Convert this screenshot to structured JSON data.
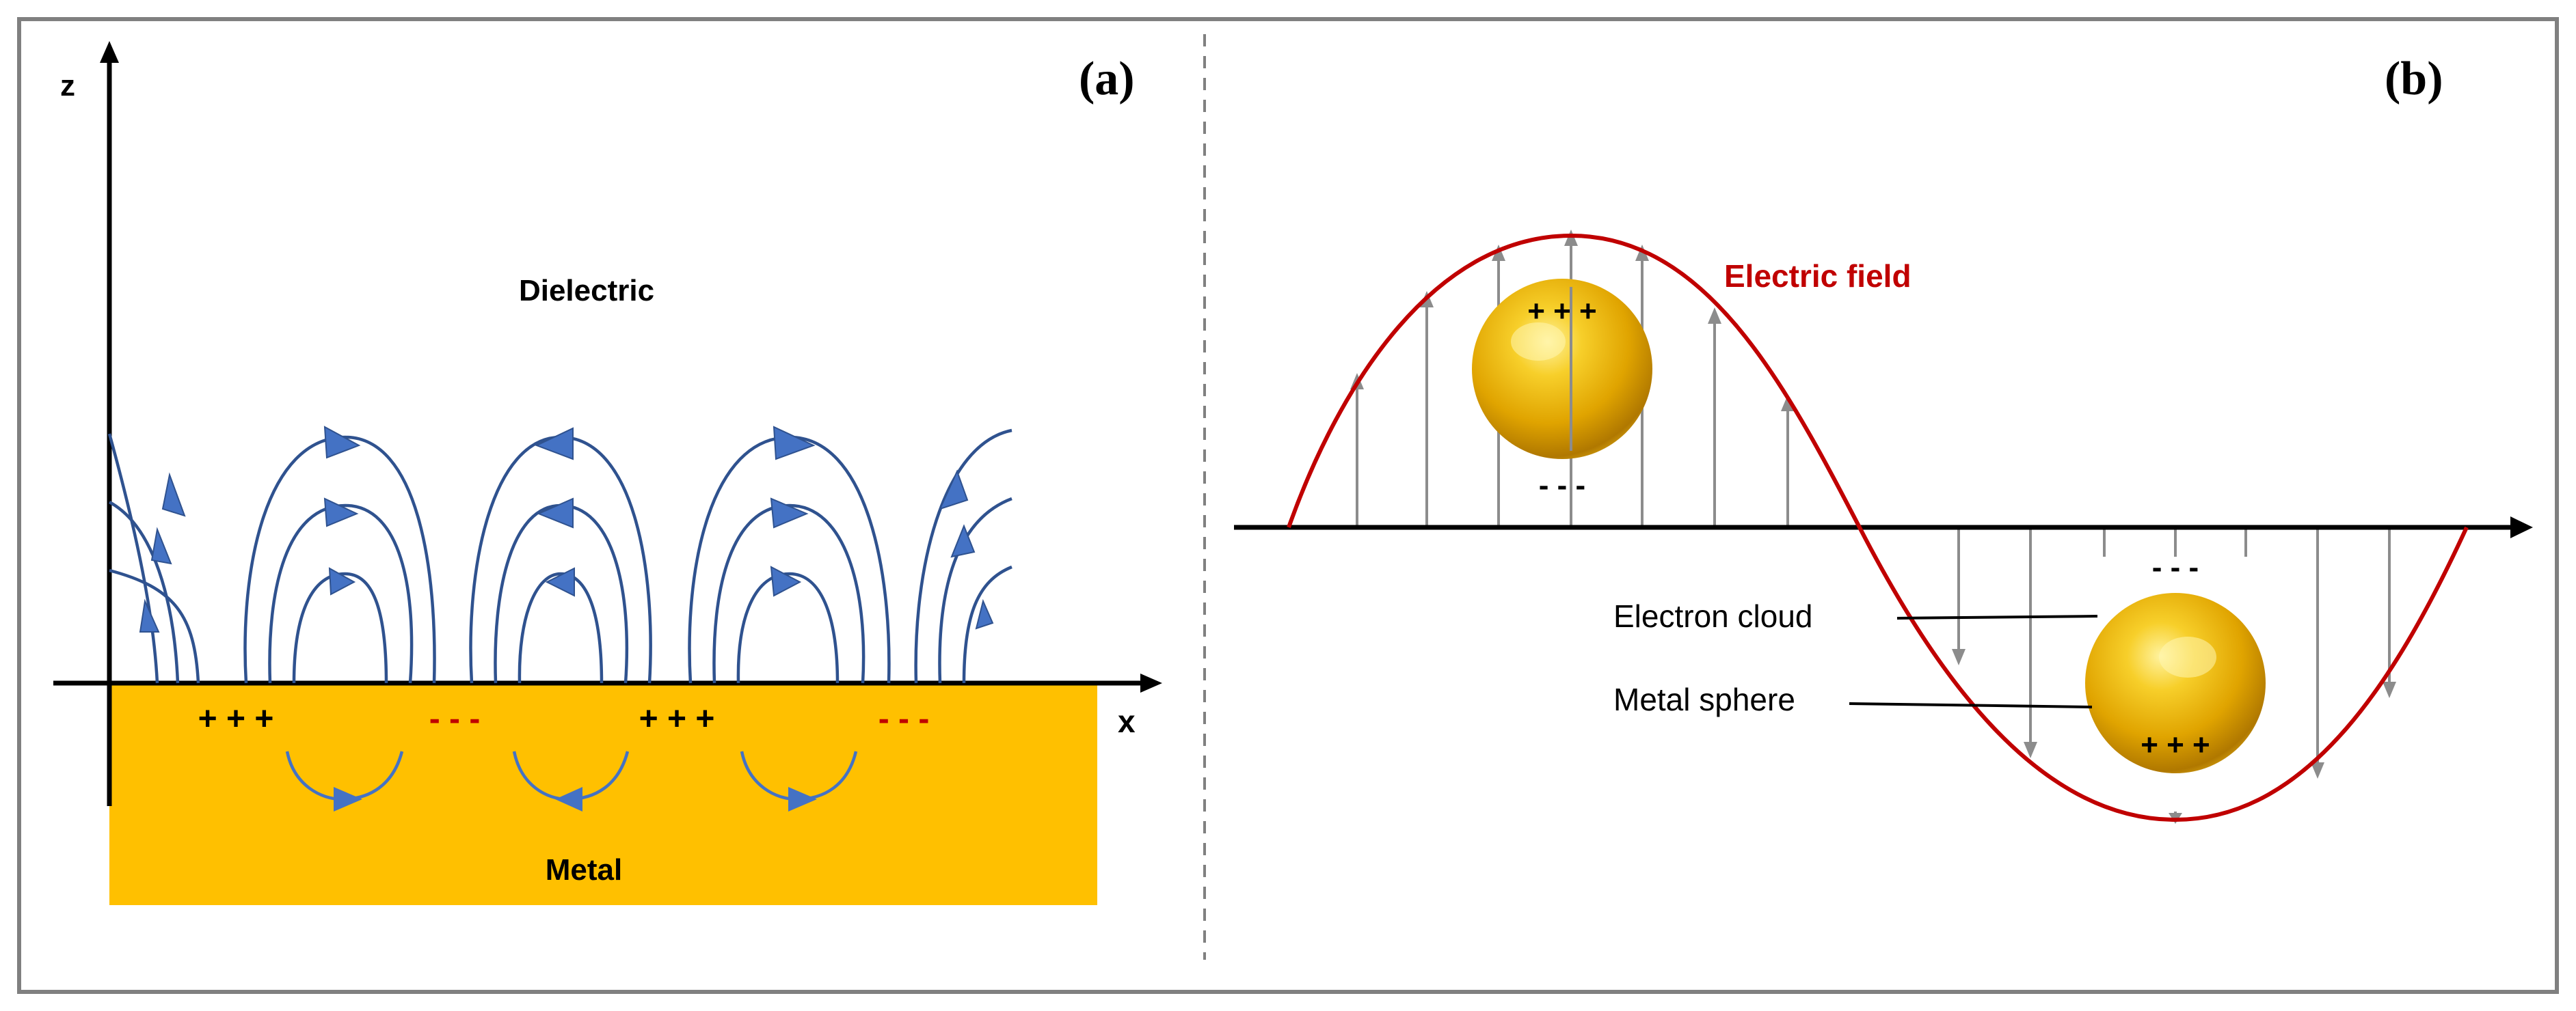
{
  "panel_a": {
    "label": "(a)",
    "axis_z": "z",
    "axis_x": "x",
    "dielectric_label": "Dielectric",
    "metal_label": "Metal",
    "charges": [
      "+ + +",
      "- - -",
      "+ + +",
      "- - -"
    ]
  },
  "panel_b": {
    "label": "(b)",
    "electric_field_label": "Electric field",
    "electron_cloud_label": "Electron cloud",
    "metal_sphere_label": "Metal sphere",
    "sphere1_top_charge": "+ + +",
    "sphere1_bottom_charge": "- - -",
    "sphere2_top_charge": "- - -",
    "sphere2_bottom_charge": "+ + +"
  },
  "colors": {
    "metal": "#FFC000",
    "field_lines": "#2F528F",
    "arrowheads": "#4472C4",
    "sine_wave": "#C00000",
    "negative_charge": "#C00000",
    "frame": "#808080",
    "field_arrows": "#8C8C8C"
  }
}
